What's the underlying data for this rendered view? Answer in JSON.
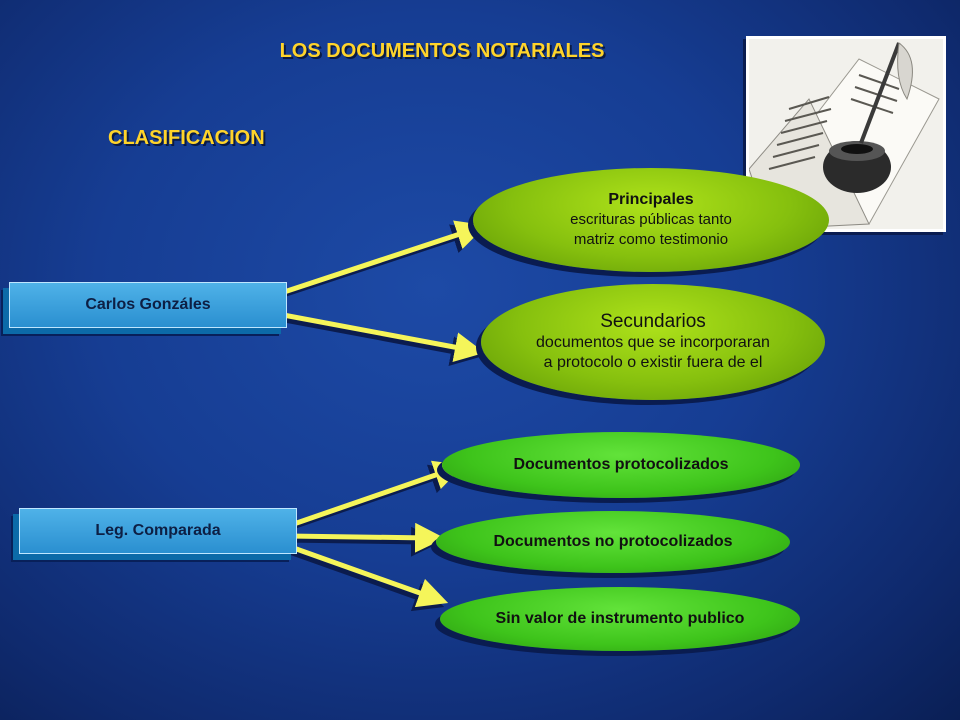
{
  "title": "LOS DOCUMENTOS NOTARIALES",
  "subtitle": "CLASIFICACION",
  "image": {
    "icon": "quill-ink-book-illustration"
  },
  "groups": [
    {
      "label": "Carlos Gonzáles",
      "items": [
        {
          "heading": "Principales",
          "lines": [
            "escrituras públicas tanto",
            "matriz como testimonio"
          ]
        },
        {
          "heading": "Secundarios",
          "lines": [
            "documentos que se  incorporaran",
            "a protocolo o existir fuera de el"
          ]
        }
      ]
    },
    {
      "label": "Leg. Comparada",
      "items": [
        {
          "heading": "Documentos protocolizados"
        },
        {
          "heading": "Documentos no protocolizados"
        },
        {
          "heading": "Sin valor de instrumento publico"
        }
      ]
    }
  ],
  "colors": {
    "title": "#ffd42a",
    "arrow": "#f5f55a",
    "box": "#2a8fd0",
    "ellipse_olive": "#86c00e",
    "ellipse_green": "#3ec41b"
  }
}
